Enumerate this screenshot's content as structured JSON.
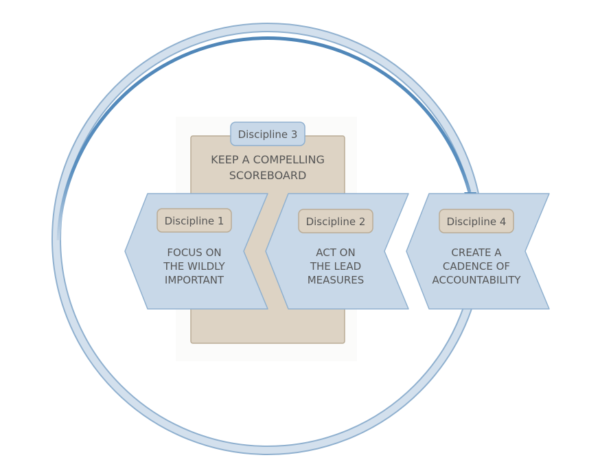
{
  "colors": {
    "ring": "#c5d6e7",
    "ring_border": "#8fb0cf",
    "arrow": "#5a8fbf",
    "chevron_fill": "#c8d8e8",
    "chevron_border": "#8fb0cf",
    "tan_fill": "#ddd3c4",
    "tan_border": "#b9ab95"
  },
  "disciplines": [
    {
      "label": "Discipline 1",
      "lines": [
        "FOCUS ON",
        "THE WILDLY",
        "IMPORTANT"
      ]
    },
    {
      "label": "Discipline 2",
      "lines": [
        "ACT ON",
        "THE LEAD",
        "MEASURES"
      ]
    },
    {
      "label": "Discipline 3",
      "lines": [
        "KEEP A COMPELLING",
        "SCOREBOARD"
      ]
    },
    {
      "label": "Discipline 4",
      "lines": [
        "CREATE A",
        "CADENCE OF",
        "ACCOUNTABILITY"
      ]
    }
  ]
}
